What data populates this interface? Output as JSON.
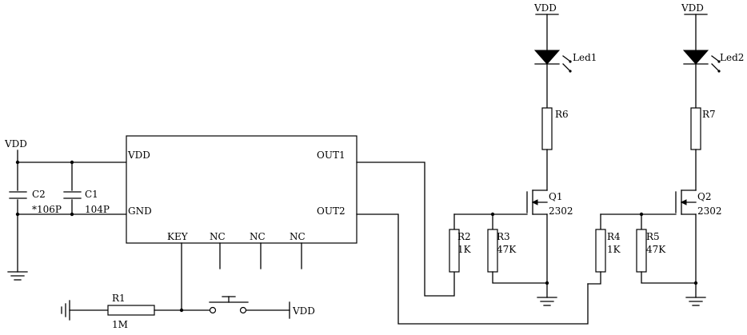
{
  "ic": {
    "pin_vdd": "VDD",
    "pin_gnd": "GND",
    "pin_out1": "OUT1",
    "pin_out2": "OUT2",
    "pin_key": "KEY",
    "pin_nc": "NC"
  },
  "supply": {
    "vdd_left": "VDD",
    "vdd_led1": "VDD",
    "vdd_led2": "VDD",
    "vdd_switch": "VDD"
  },
  "capacitors": {
    "c2_name": "C2",
    "c2_value": "*106P",
    "c1_name": "C1",
    "c1_value": "104P"
  },
  "resistors": {
    "r1_name": "R1",
    "r1_value": "1M",
    "r2_name": "R2",
    "r2_value": "1K",
    "r3_name": "R3",
    "r3_value": "47K",
    "r4_name": "R4",
    "r4_value": "1K",
    "r5_name": "R5",
    "r5_value": "47K",
    "r6_name": "R6",
    "r7_name": "R7"
  },
  "leds": {
    "led1_name": "Led1",
    "led2_name": "Led2"
  },
  "transistors": {
    "q1_name": "Q1",
    "q1_value": "2302",
    "q2_name": "Q2",
    "q2_value": "2302"
  }
}
